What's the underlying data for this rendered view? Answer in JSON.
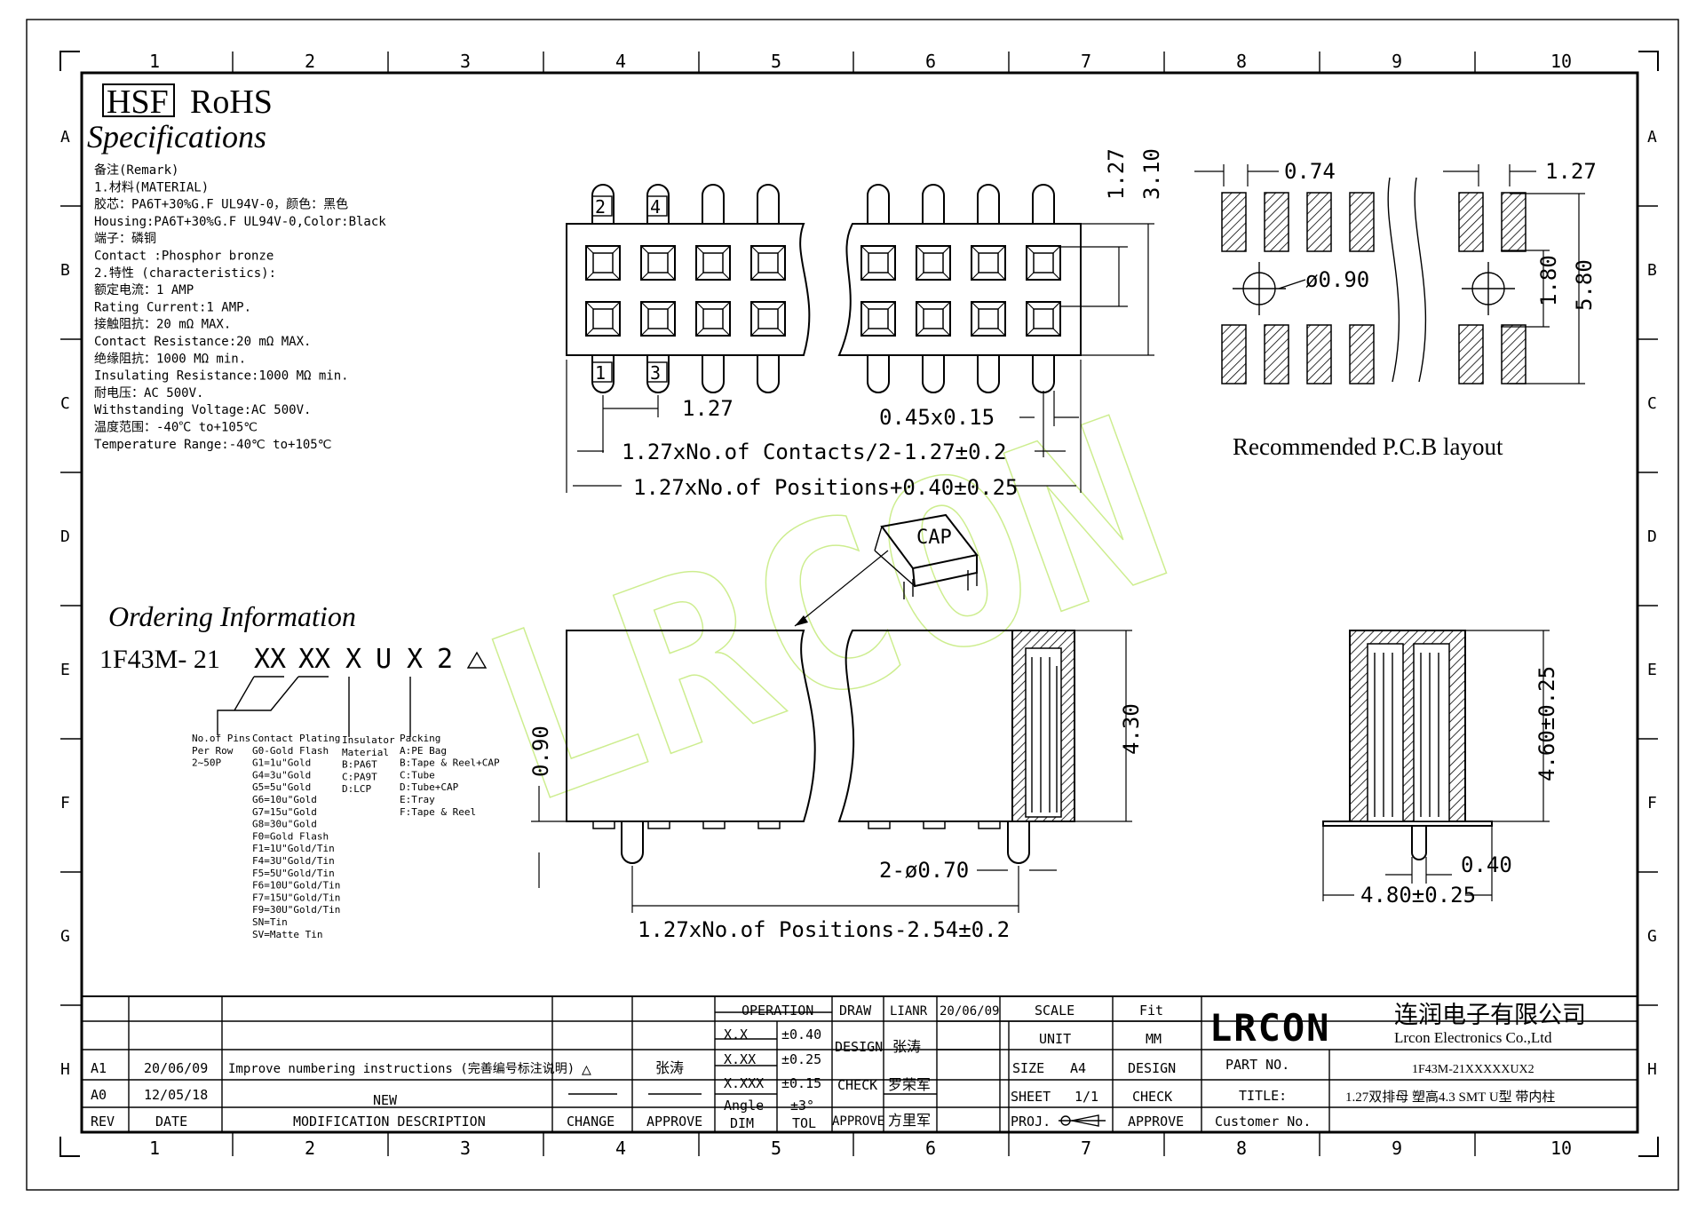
{
  "header": {
    "hsf": "HSF",
    "rohs": "RoHS",
    "specifications": "Specifications"
  },
  "remarks": [
    "备注(Remark)",
    "1.材料(MATERIAL)",
    "胶芯：PA6T+30%G.F UL94V-0，颜色：黑色",
    "Housing:PA6T+30%G.F UL94V-0,Color:Black",
    "端子：磷铜",
    "Contact :Phosphor bronze",
    "2.特性 (characteristics):",
    "额定电流：1 AMP",
    "Rating Current:1 AMP.",
    "接触阻抗：20 mΩ MAX.",
    "Contact Resistance:20 mΩ MAX.",
    "绝缘阻抗：1000 MΩ min.",
    "Insulating Resistance:1000 MΩ  min.",
    "耐电压：AC 500V.",
    "Withstanding Voltage:AC 500V.",
    "温度范围：-40℃ to+105℃",
    "Temperature Range:-40℃ to+105℃"
  ],
  "grid": {
    "columns": [
      "1",
      "2",
      "3",
      "4",
      "5",
      "6",
      "7",
      "8",
      "9",
      "10"
    ],
    "rows": [
      "A",
      "B",
      "C",
      "D",
      "E",
      "F",
      "G",
      "H"
    ]
  },
  "top_view": {
    "pin_labels": [
      "2",
      "4",
      "1",
      "3"
    ],
    "dim_127_pitch": "1.27",
    "dim_contacts": "1.27xNo.of Contacts/2-1.27±0.2",
    "dim_positions": "1.27xNo.of Positions+0.40±0.25",
    "dim_045": "0.45x0.15",
    "dim_127_v": "1.27",
    "dim_310": "3.10"
  },
  "pcb_layout": {
    "dim_074": "0.74",
    "dim_127": "1.27",
    "dim_hole": "ø0.90",
    "dim_180": "1.80",
    "dim_580": "5.80",
    "title": "Recommended P.C.B layout"
  },
  "side_view": {
    "cap": "CAP",
    "dim_090": "0.90",
    "dim_430": "4.30",
    "dim_post": "2-ø0.70",
    "dim_positions": "1.27xNo.of Positions-2.54±0.2"
  },
  "end_view": {
    "dim_460": "4.60±0.25",
    "dim_040": "0.40",
    "dim_480": "4.80±0.25"
  },
  "ordering": {
    "title": "Ordering Information",
    "part_prefix": "1F43M- 21",
    "codes": [
      "XX",
      "XX",
      "X",
      "U",
      "X",
      "2"
    ],
    "no_of_pins": [
      "No.of Pins",
      "Per Row",
      "2~50P"
    ],
    "contact_plating": [
      "Contact Plating",
      "G0-Gold Flash",
      "G1=1u\"Gold",
      "G4=3u\"Gold",
      "G5=5u\"Gold",
      "G6=10u\"Gold",
      "G7=15u\"Gold",
      "G8=30u\"Gold",
      "F0=Gold Flash",
      "F1=1U\"Gold/Tin",
      "F4=3U\"Gold/Tin",
      "F5=5U\"Gold/Tin",
      "F6=10U\"Gold/Tin",
      "F7=15U\"Gold/Tin",
      "F9=30U\"Gold/Tin",
      "SN=Tin",
      "SV=Matte Tin"
    ],
    "insulator": [
      "Insulator",
      "Material",
      "B:PA6T",
      "C:PA9T",
      "D:LCP"
    ],
    "packing": [
      "Packing",
      "A:PE Bag",
      "B:Tape & Reel+CAP",
      "C:Tube",
      "D:Tube+CAP",
      "E:Tray",
      "F:Tape & Reel"
    ]
  },
  "revision_table": {
    "rows": [
      {
        "rev": "A1",
        "date": "20/06/09",
        "desc": "Improve numbering instructions (完善编号标注说明)",
        "change": "△",
        "approve": "张涛"
      },
      {
        "rev": "A0",
        "date": "12/05/18",
        "desc": "NEW",
        "change": "",
        "approve": ""
      }
    ],
    "headers": {
      "rev": "REV",
      "date": "DATE",
      "desc": "MODIFICATION DESCRIPTION",
      "change": "CHANGE",
      "approve": "APPROVE"
    }
  },
  "tolerance": {
    "operation": "OPERATION",
    "rows": [
      {
        "dim": "X.X",
        "tol": "±0.40"
      },
      {
        "dim": "X.XX",
        "tol": "±0.25"
      },
      {
        "dim": "X.XXX",
        "tol": "±0.15"
      },
      {
        "dim": "Angle",
        "tol": "±3°"
      }
    ],
    "dim_label": "DIM",
    "tol_label": "TOL"
  },
  "signoff": {
    "draw": "DRAW",
    "draw_name": "LIANR",
    "draw_date": "20/06/09",
    "design": "DESIGN",
    "design_name": "张涛",
    "check": "CHECK",
    "check_name": "罗荣军",
    "approve": "APPROVE",
    "approve_name": "方里军"
  },
  "info": {
    "scale": "SCALE",
    "scale_val": "Fit",
    "unit": "UNIT",
    "unit_val": "MM",
    "size": "SIZE",
    "size_val": "A4",
    "design": "DESIGN",
    "sheet": "SHEET",
    "sheet_val": "1/1",
    "check": "CHECK",
    "proj": "PROJ.",
    "approve": "APPROVE"
  },
  "company": {
    "logo": "LRCON",
    "name_cn": "连润电子有限公司",
    "name_en": "Lrcon Electronics Co.,Ltd",
    "part_no_label": "PART NO.",
    "part_no": "1F43M-21XXXXXUX2",
    "title_label": "TITLE:",
    "title": "1.27双排母 塑高4.3 SMT U型 带内柱",
    "customer_label": "Customer No.",
    "brand_color": "#1434c8"
  },
  "watermark": "LRCON"
}
